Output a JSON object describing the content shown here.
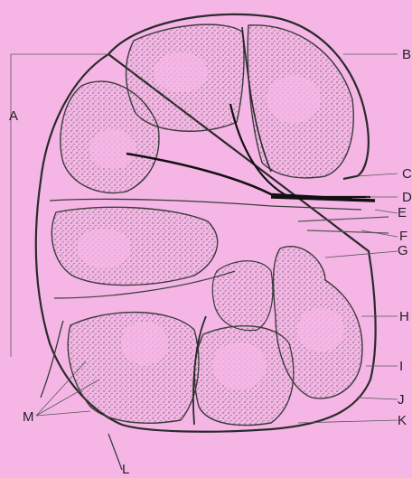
{
  "labels": {
    "A": "A",
    "B": "B",
    "C": "C",
    "D": "D",
    "E": "E",
    "F": "F",
    "G": "G",
    "H": "H",
    "I": "I",
    "J": "J",
    "K": "K",
    "L": "L",
    "M": "M"
  },
  "colors": {
    "background": "#f5b6e6",
    "line": "#2a2a2a",
    "stipple": "#555555"
  }
}
